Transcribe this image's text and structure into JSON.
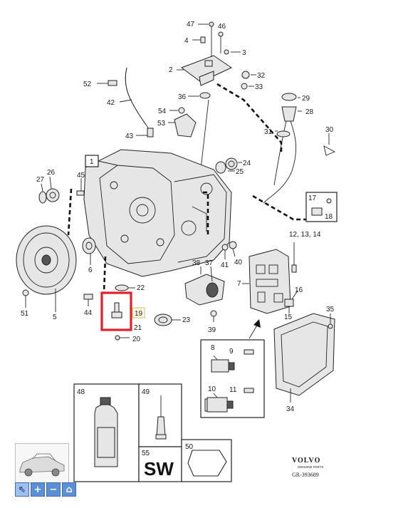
{
  "diagram": {
    "callouts": {
      "c47": "47",
      "c46": "46",
      "c4": "4",
      "c3": "3",
      "c2": "2",
      "c32": "32",
      "c33": "33",
      "c52": "52",
      "c42": "42",
      "c36": "36",
      "c29": "29",
      "c28": "28",
      "c54": "54",
      "c53": "53",
      "c31": "31",
      "c30": "30",
      "c43": "43",
      "c1": "1",
      "c24": "24",
      "c25": "25",
      "c27": "27",
      "c26": "26",
      "c45": "45",
      "c17": "17",
      "c18": "18",
      "c12": "12, 13, 14",
      "c6": "6",
      "c41": "41",
      "c40": "40",
      "c38": "38",
      "c37": "37",
      "c7": "7",
      "c22": "22",
      "c16": "16",
      "c15": "15",
      "c35": "35",
      "c51": "51",
      "c44": "44",
      "c5": "5",
      "c19": "19",
      "c21": "21",
      "c20": "20",
      "c23": "23",
      "c39": "39",
      "c8": "8",
      "c9": "9",
      "c10": "10",
      "c11": "11",
      "c34": "34",
      "c48": "48",
      "c49": "49",
      "c55": "55",
      "c50": "50"
    },
    "sw_label": "SW",
    "highlight_color": "#e3202a"
  },
  "branding": {
    "logo_text": "VOLVO",
    "logo_subtext": "GENUINE PARTS",
    "reference": "GR-393689"
  },
  "toolbar": {
    "buttons": [
      {
        "name": "select",
        "icon": "cursor-icon",
        "glyph": "⇖"
      },
      {
        "name": "zoom-in",
        "icon": "plus-icon",
        "glyph": "+"
      },
      {
        "name": "zoom-out",
        "icon": "minus-icon",
        "glyph": "−"
      },
      {
        "name": "home",
        "icon": "home-icon",
        "glyph": "⌂"
      }
    ]
  },
  "thumbnail": {
    "icon": "car-icon"
  }
}
